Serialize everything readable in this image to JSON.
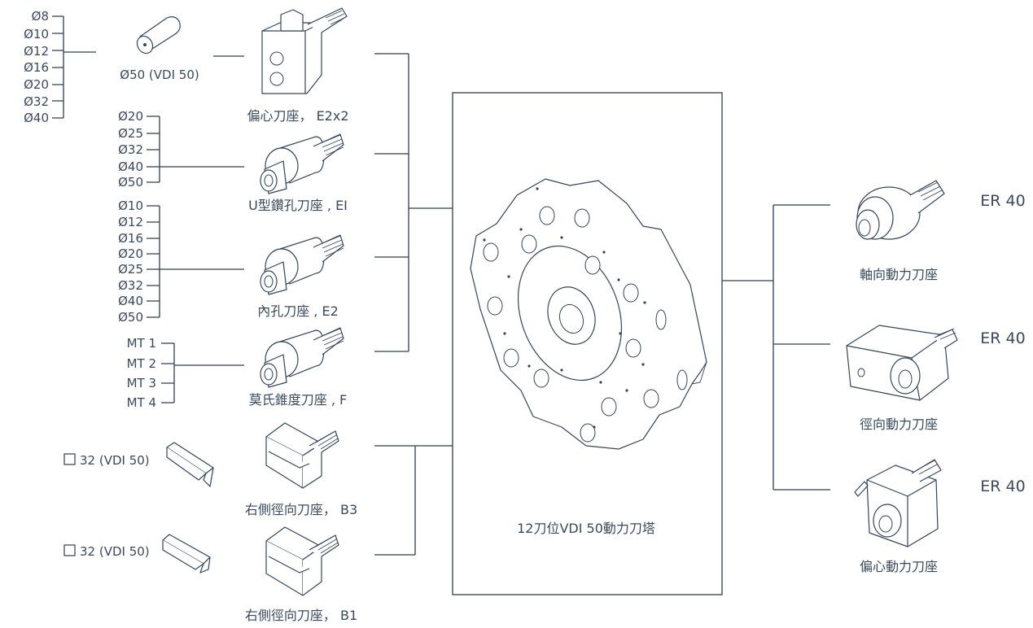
{
  "center": {
    "label": "12刀位VDI 50動力刀塔"
  },
  "left_groups": [
    {
      "sizes": [
        "Ø8",
        "Ø10",
        "Ø12",
        "Ø16",
        "Ø20",
        "Ø32",
        "Ø40"
      ],
      "sub_label": "Ø50 (VDI 50)",
      "holder_label": "偏心刀座， E2x2"
    },
    {
      "sizes": [
        "Ø20",
        "Ø25",
        "Ø32",
        "Ø40",
        "Ø50"
      ],
      "holder_label": "U型鑽孔刀座 , EI"
    },
    {
      "sizes": [
        "Ø10",
        "Ø12",
        "Ø16",
        "Ø20",
        "Ø25",
        "Ø32",
        "Ø40",
        "Ø50"
      ],
      "holder_label": "內孔刀座 , E2"
    },
    {
      "sizes": [
        "MT 1",
        "MT 2",
        "MT 3",
        "MT 4"
      ],
      "holder_label": "莫氏錐度刀座 , F"
    }
  ],
  "square_tools": [
    {
      "tool_label": "32 (VDI 50)",
      "holder_label": "右側徑向刀座， B3"
    },
    {
      "tool_label": "32 (VDI 50)",
      "holder_label": "右側徑向刀座， B1"
    }
  ],
  "right_holders": [
    {
      "label": "軸向動力刀座",
      "er": "ER 40"
    },
    {
      "label": "徑向動力刀座",
      "er": "ER 40"
    },
    {
      "label": "偏心動力刀座",
      "er": "ER 40"
    }
  ]
}
